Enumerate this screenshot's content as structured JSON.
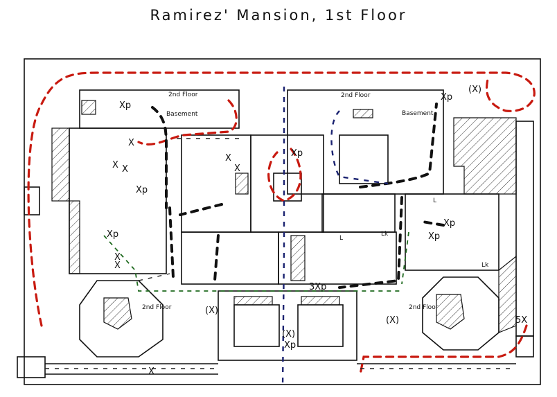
{
  "title": "Ramirez' Mansion, 1st Floor",
  "labels": {
    "second_floor": "2nd Floor",
    "basement": "Basement",
    "xp": "Xp",
    "x": "X",
    "possible_x": "(X)",
    "three_xp": "3Xp",
    "five_x": "5X",
    "lk": "Lk",
    "l": "L"
  },
  "colors": {
    "route_red": "#c81a10",
    "route_black": "#111111",
    "route_blue": "#1a2270",
    "route_green": "#1f6a1f"
  }
}
